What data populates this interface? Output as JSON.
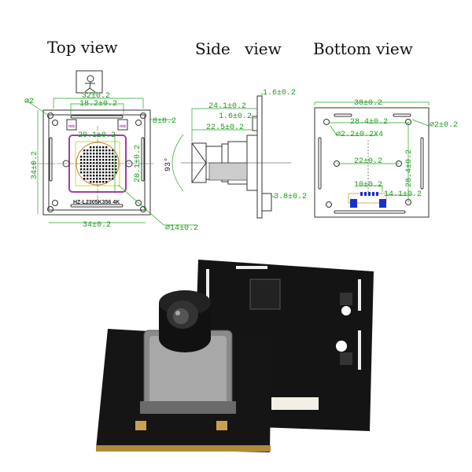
{
  "titles": {
    "top": "Top view",
    "side": "Side view",
    "bottom": "Bottom view"
  },
  "top_view": {
    "width_outer": "32±0.2",
    "width_mic": "18.2±0.2",
    "hole": "⌀2",
    "mic_offset": "8±0.2",
    "sensor_w": "20.1±0.2",
    "sensor_h": "20.1±0.2",
    "height": "34±0.2",
    "width": "34±0.2",
    "lens": "⌀14±0.2",
    "model": "HZ-L2305K356 4K",
    "mic_label": "mic"
  },
  "side_view": {
    "plate": "1.6±0.2",
    "total": "24.1±0.2",
    "component": "1.6±0.2",
    "lens_len": "22.5±0.2",
    "fov": "93°",
    "connector": "3.8±0.2"
  },
  "bottom_view": {
    "width": "38±0.2",
    "hole_span": "28.4±0.2",
    "hole": "⌀2±0.2",
    "mount_holes": "⌀2.2±0.2X4",
    "center_span": "22±0.2",
    "hole_vspan": "28.4±0.2",
    "connector_w": "10±0.2",
    "connector_h": "14.1±0.2"
  },
  "colors": {
    "dimension": "#1a9a1a",
    "pcb": "#141414",
    "connector": "#1433c8",
    "sensor_frame": "#a040a0"
  }
}
